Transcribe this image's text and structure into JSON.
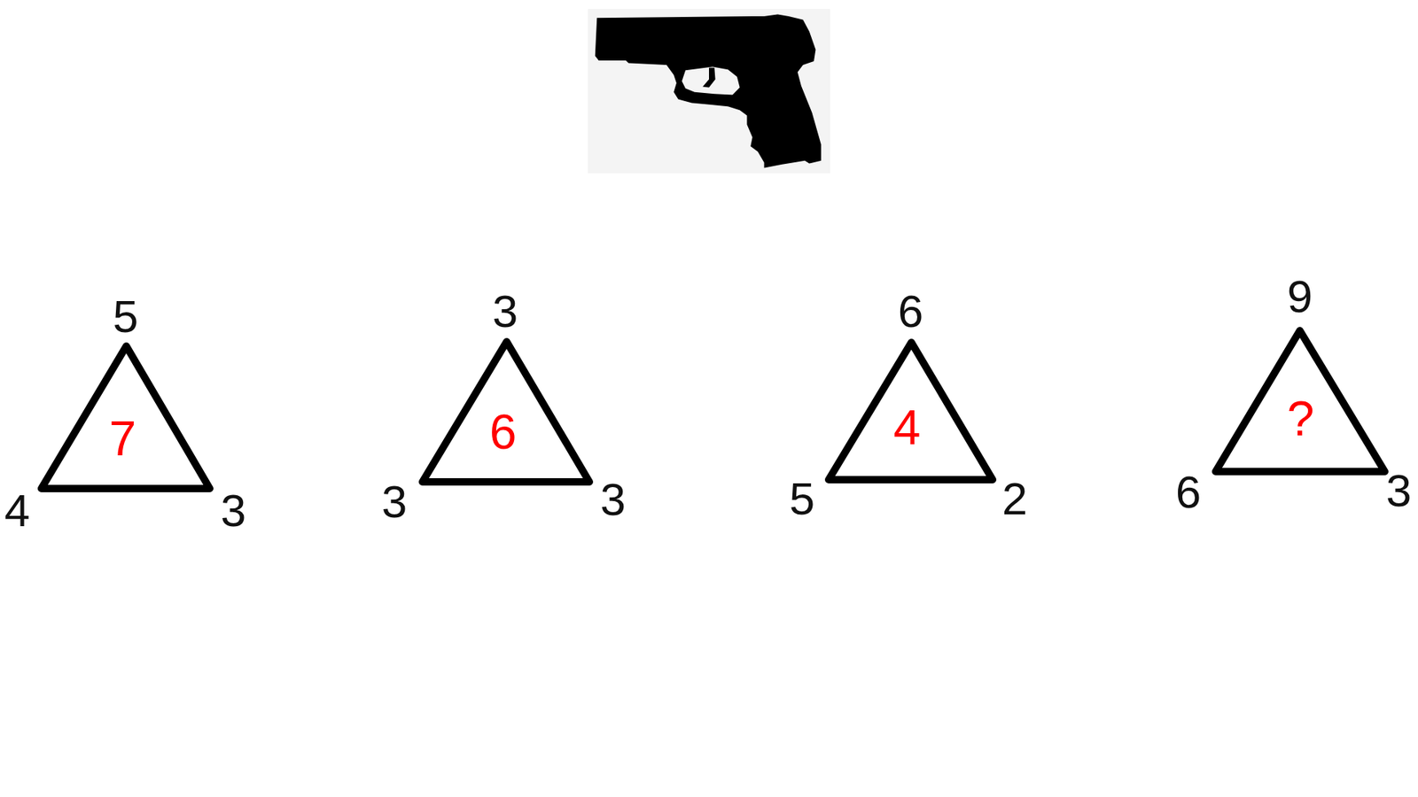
{
  "diagram": {
    "nodes": [
      {
        "text": [
          "7"
        ]
      },
      {
        "text": [
          "6"
        ]
      },
      {
        "text": [
          "4"
        ]
      },
      {
        "text": [
          "?"
        ]
      }
    ],
    "labels": [
      "5",
      "4",
      "3",
      "3",
      "3",
      "3",
      "6",
      "5",
      "2",
      "9",
      "6",
      "3"
    ]
  }
}
